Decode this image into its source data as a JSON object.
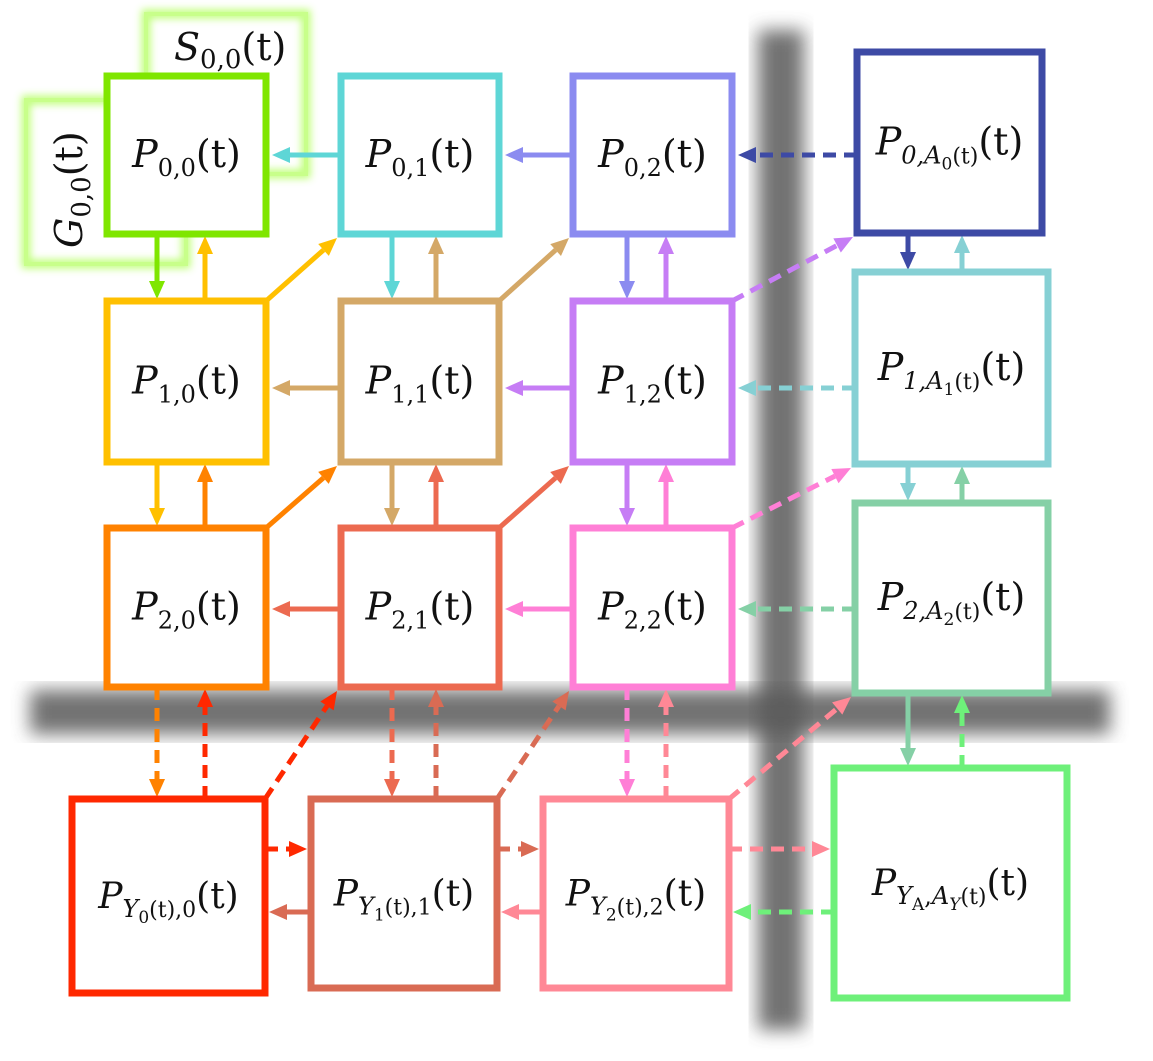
{
  "diagram": {
    "corner_labels": {
      "S": {
        "text": "S",
        "sub": "0,0",
        "arg": "(t)"
      },
      "G": {
        "text": "G",
        "sub": "0,0",
        "arg": "(t)"
      }
    },
    "nodes": [
      {
        "id": "n00",
        "base": "P",
        "sub": "0,0",
        "arg": "(t)",
        "color": "#7fe600"
      },
      {
        "id": "n01",
        "base": "P",
        "sub": "0,1",
        "arg": "(t)",
        "color": "#5ed6d6"
      },
      {
        "id": "n02",
        "base": "P",
        "sub": "0,2",
        "arg": "(t)",
        "color": "#8b8bf0"
      },
      {
        "id": "n0A",
        "base": "P",
        "sub": "0,A",
        "subsub": "0",
        "subtail": "(t)",
        "arg": "(t)",
        "color": "#3d4aa5"
      },
      {
        "id": "n10",
        "base": "P",
        "sub": "1,0",
        "arg": "(t)",
        "color": "#ffc000"
      },
      {
        "id": "n11",
        "base": "P",
        "sub": "1,1",
        "arg": "(t)",
        "color": "#d4a867"
      },
      {
        "id": "n12",
        "base": "P",
        "sub": "1,2",
        "arg": "(t)",
        "color": "#c67df5"
      },
      {
        "id": "n1A",
        "base": "P",
        "sub": "1,A",
        "subsub": "1",
        "subtail": "(t)",
        "arg": "(t)",
        "color": "#86d0d4"
      },
      {
        "id": "n20",
        "base": "P",
        "sub": "2,0",
        "arg": "(t)",
        "color": "#ff8200"
      },
      {
        "id": "n21",
        "base": "P",
        "sub": "2,1",
        "arg": "(t)",
        "color": "#ec6a50"
      },
      {
        "id": "n22",
        "base": "P",
        "sub": "2,2",
        "arg": "(t)",
        "color": "#ff7fd6"
      },
      {
        "id": "n2A",
        "base": "P",
        "sub": "2,A",
        "subsub": "2",
        "subtail": "(t)",
        "arg": "(t)",
        "color": "#85d0a6"
      },
      {
        "id": "nY0",
        "base": "P",
        "sub": "Y",
        "subsub": "0",
        "subtail": "(t),0",
        "arg": "(t)",
        "color": "#ff2800"
      },
      {
        "id": "nY1",
        "base": "P",
        "sub": "Y",
        "subsub": "1",
        "subtail": "(t),1",
        "arg": "(t)",
        "color": "#d96b54"
      },
      {
        "id": "nY2",
        "base": "P",
        "sub": "Y",
        "subsub": "2",
        "subtail": "(t),2",
        "arg": "(t)",
        "color": "#ff8896"
      },
      {
        "id": "nYA",
        "base": "P",
        "sub": "Y",
        "subsub": "A",
        "subtail": "(t),A",
        "subsub2": "Y",
        "subtail2": "(t)",
        "arg": "(t)",
        "color": "#6ef07a"
      }
    ],
    "colors": {
      "shadow": "#6b6b6b",
      "glow": "#b8ff6a"
    }
  }
}
